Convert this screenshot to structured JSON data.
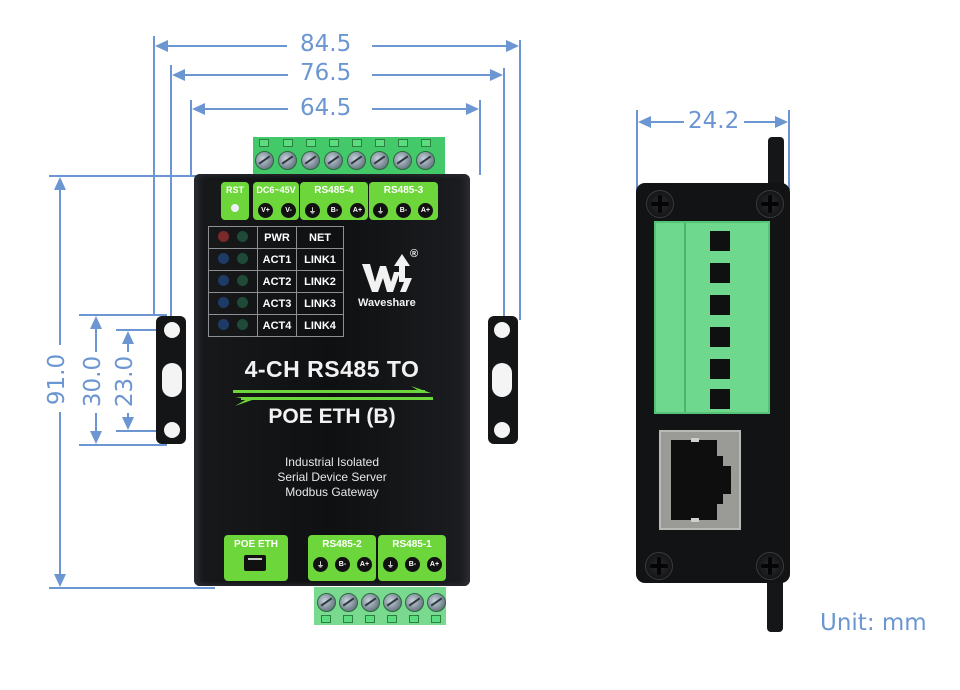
{
  "diagram": {
    "title": "4-CH RS485 TO POE ETH (B) dimension drawing",
    "unit_label": "Unit: mm",
    "colors": {
      "dimension_line": "#6b96d1",
      "device_body": "#121315",
      "label_green": "#6dd63a",
      "terminal_green": "#43c96a"
    },
    "dimensions": {
      "width_overall": "84.5",
      "width_hole_spacing": "76.5",
      "width_body": "64.5",
      "height_overall": "91.0",
      "bracket_height": "30.0",
      "bracket_hole_spacing": "23.0",
      "depth": "24.2"
    },
    "front": {
      "top_labels": {
        "rst": "RST",
        "power": "DC6~45V",
        "rs485_4": "RS485-4",
        "rs485_3": "RS485-3"
      },
      "top_pins": [
        "V+",
        "V-",
        "⏚",
        "B-",
        "A+",
        "⏚",
        "B-",
        "A+"
      ],
      "led_table": [
        {
          "led1": "#7a2a2a",
          "led2": "#1f4a38",
          "a": "PWR",
          "b": "NET"
        },
        {
          "led1": "#1e3a66",
          "led2": "#1f4a38",
          "a": "ACT1",
          "b": "LINK1"
        },
        {
          "led1": "#1e3a66",
          "led2": "#1f4a38",
          "a": "ACT2",
          "b": "LINK2"
        },
        {
          "led1": "#1e3a66",
          "led2": "#1f4a38",
          "a": "ACT3",
          "b": "LINK3"
        },
        {
          "led1": "#1e3a66",
          "led2": "#1f4a38",
          "a": "ACT4",
          "b": "LINK4"
        }
      ],
      "brand": "Waveshare",
      "brand_mark": "W",
      "registered": "®",
      "title_line1": "4-CH RS485 TO",
      "title_line2": "POE ETH (B)",
      "subtitle": [
        "Industrial Isolated",
        "Serial Device Server",
        "Modbus Gateway"
      ],
      "bottom_labels": {
        "poe": "POE ETH",
        "rs485_2": "RS485-2",
        "rs485_1": "RS485-1"
      },
      "bottom_pins": [
        "⏚",
        "B-",
        "A+",
        "⏚",
        "B-",
        "A+"
      ]
    }
  }
}
